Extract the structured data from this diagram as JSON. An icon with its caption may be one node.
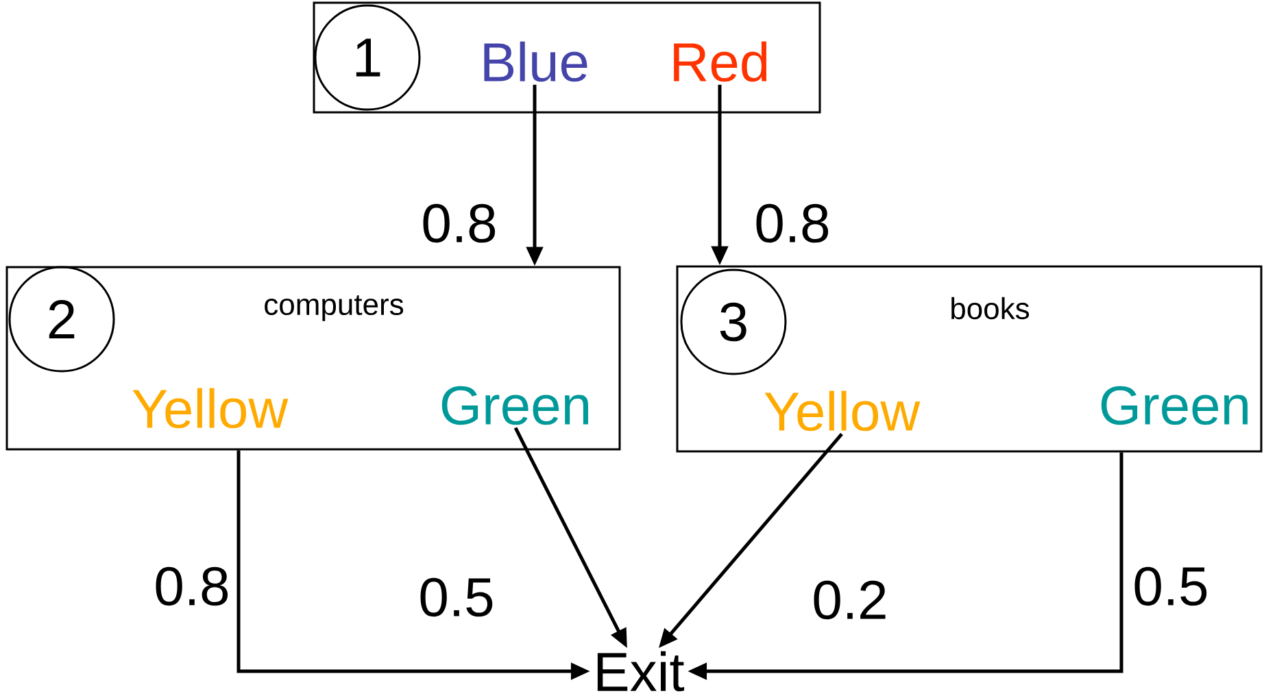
{
  "diagram": {
    "nodes": [
      {
        "text": [],
        "shape": "box"
      },
      {
        "text": [
          "1"
        ],
        "in": 0
      },
      {
        "text": [
          "Blue"
        ],
        "in": 0
      },
      {
        "text": [
          "Red"
        ],
        "in": 0
      },
      {
        "text": [
          "computers"
        ]
      },
      {
        "text": [
          "2"
        ],
        "in": 4
      },
      {
        "text": [
          "Yellow"
        ],
        "in": 4
      },
      {
        "text": [
          "Green"
        ],
        "in": 4
      },
      {
        "text": [
          "books"
        ]
      },
      {
        "text": [
          "3"
        ],
        "in": 8
      },
      {
        "text": [
          "Yellow"
        ],
        "in": 8
      },
      {
        "text": [
          "Green"
        ],
        "in": 8
      },
      {
        "text": [
          "Exit"
        ]
      }
    ],
    "edges": [
      {
        "from": 2,
        "to": 4,
        "arrow": "to",
        "label": "0.8"
      },
      {
        "from": 3,
        "to": 8,
        "arrow": "to",
        "label": "0.8"
      },
      {
        "from": 4,
        "to": 12,
        "arrow": "to",
        "label": "0.8"
      },
      {
        "from": 7,
        "to": 12,
        "arrow": "to",
        "label": "0.5"
      },
      {
        "from": 10,
        "to": 12,
        "arrow": "to",
        "label": "0.2"
      },
      {
        "from": 8,
        "to": 12,
        "arrow": "to",
        "label": "0.5"
      }
    ]
  }
}
